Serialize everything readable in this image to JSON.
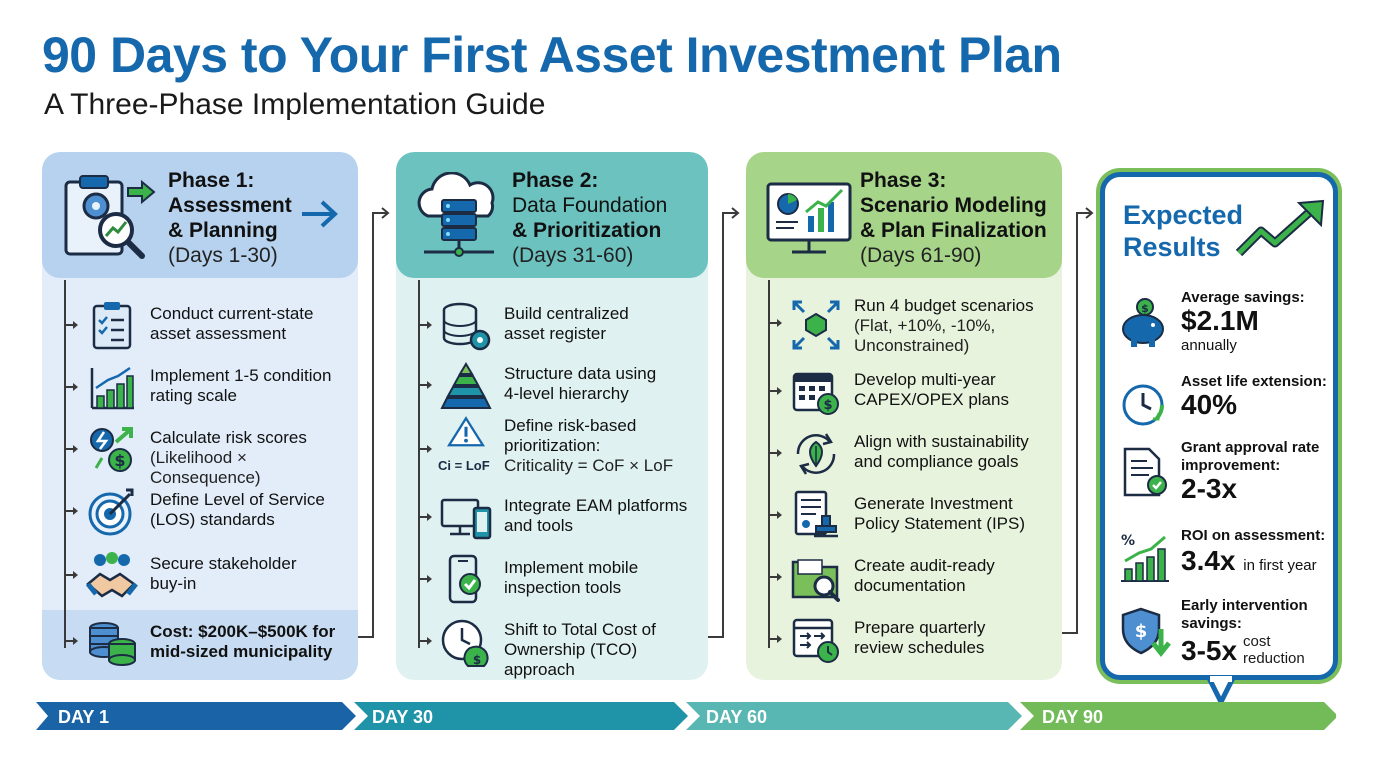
{
  "header": {
    "title": "90 Days to Your First Asset Investment Plan",
    "subtitle": "A Three-Phase Implementation Guide"
  },
  "phases": [
    {
      "title_line1": "Phase 1:",
      "title_line2": "Assessment",
      "title_line3": "& Planning",
      "days": "(Days 1-30)",
      "color": "#b6d2ee",
      "items": [
        {
          "line1": "Conduct current-state",
          "line2": "asset assessment",
          "icon": "checklist-icon"
        },
        {
          "line1": "Implement 1-5 condition",
          "line2": "rating scale",
          "icon": "bar-chart-icon"
        },
        {
          "line1": "Calculate risk scores",
          "line2": "(Likelihood × Consequence)",
          "icon": "risk-money-icon"
        },
        {
          "line1": "Define Level of Service",
          "line2": "(LOS) standards",
          "icon": "target-icon"
        },
        {
          "line1": "Secure stakeholder",
          "line2": "buy-in",
          "icon": "handshake-icon"
        },
        {
          "line1": "Cost: $200K–$500K for",
          "line2": "mid-sized municipality",
          "icon": "coins-icon"
        }
      ]
    },
    {
      "title_line1": "Phase 2:",
      "title_line2": "Data Foundation",
      "title_line3": "& Prioritization",
      "days": "(Days 31-60)",
      "color": "#6cc2bf",
      "items": [
        {
          "line1": "Build centralized",
          "line2": "asset register",
          "icon": "database-gear-icon"
        },
        {
          "line1": "Structure data using",
          "line2": "4-level hierarchy",
          "icon": "pyramid-icon"
        },
        {
          "line1": "Define risk-based",
          "line2": "prioritization:",
          "line3": "Criticality = CoF × LoF",
          "icon": "warning-icon",
          "icon_caption": "Ci = LoF"
        },
        {
          "line1": "Integrate EAM platforms",
          "line2": "and tools",
          "icon": "devices-icon"
        },
        {
          "line1": "Implement mobile",
          "line2": "inspection tools",
          "icon": "mobile-check-icon"
        },
        {
          "line1": "Shift to Total Cost of",
          "line2": "Ownership (TCO) approach",
          "icon": "clock-money-icon"
        }
      ]
    },
    {
      "title_line1": "Phase 3:",
      "title_line2": "Scenario Modeling",
      "title_line3": "& Plan Finalization",
      "days": "(Days 61-90)",
      "color": "#a6d489",
      "items": [
        {
          "line1": "Run 4 budget scenarios",
          "line2": "(Flat, +10%, -10%,",
          "line3": "Unconstrained)",
          "icon": "scenario-arrows-icon"
        },
        {
          "line1": "Develop multi-year",
          "line2": "CAPEX/OPEX plans",
          "icon": "calendar-money-icon"
        },
        {
          "line1": "Align with sustainability",
          "line2": "and compliance goals",
          "icon": "leaf-cycle-icon"
        },
        {
          "line1": "Generate Investment",
          "line2": "Policy Statement (IPS)",
          "icon": "document-stamp-icon"
        },
        {
          "line1": "Create audit-ready",
          "line2": "documentation",
          "icon": "folder-search-icon"
        },
        {
          "line1": "Prepare quarterly",
          "line2": "review schedules",
          "icon": "calendar-clock-icon"
        }
      ]
    }
  ],
  "results": {
    "title_line1": "Expected",
    "title_line2": "Results",
    "items": [
      {
        "label": "Average savings:",
        "value": "$2.1M",
        "suffix": "annually",
        "icon": "piggy-bank-icon"
      },
      {
        "label": "Asset life extension:",
        "value": "40%",
        "suffix": "",
        "icon": "clock-refresh-icon"
      },
      {
        "label_line1": "Grant approval rate",
        "label_line2": "improvement:",
        "value": "2-3x",
        "suffix": "",
        "icon": "document-check-icon"
      },
      {
        "label": "ROI on assessment:",
        "value": "3.4x",
        "suffix": "in first year",
        "icon": "growth-chart-icon"
      },
      {
        "label_line1": "Early intervention",
        "label_line2": "savings:",
        "value": "3-5x",
        "suffix_line1": "cost",
        "suffix_line2": "reduction",
        "icon": "shield-dollar-icon"
      }
    ]
  },
  "timeline": {
    "labels": [
      "DAY 1",
      "DAY 30",
      "DAY 60",
      "DAY 90"
    ],
    "colors": [
      "#1a63a6",
      "#1f94a8",
      "#58b7b3",
      "#72bb58"
    ]
  }
}
